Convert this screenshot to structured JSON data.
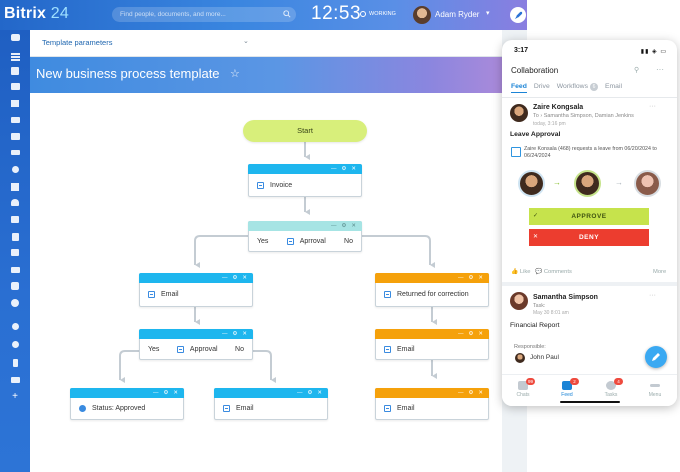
{
  "topbar": {
    "logo_brand": "Bitrix",
    "logo_number": "24",
    "search_placeholder": "Find people, documents, and more...",
    "clock": "12:53",
    "status": "WORKING",
    "user_name": "Adam Ryder"
  },
  "params": {
    "label": "Template parameters"
  },
  "page": {
    "title": "New business process template"
  },
  "flow": {
    "start": "Start",
    "blocks": {
      "invoice": "Invoice",
      "approval_top": {
        "yes": "Yes",
        "label": "Aprroval",
        "no": "No"
      },
      "email_left": "Email",
      "returned": "Returned for correction",
      "approval_mid": {
        "yes": "Yes",
        "label": "Approval",
        "no": "No"
      },
      "email_right_1": "Email",
      "email_right_2": "Email",
      "status_approved": "Status: Approved",
      "email_mid": "Email"
    }
  },
  "phone": {
    "time": "3:17",
    "title": "Collaboration",
    "tabs": [
      "Feed",
      "Drive",
      "Workflows",
      "Email"
    ],
    "workflows_badge": "6",
    "post1": {
      "author": "Zaire Kongsala",
      "to": "To  ›  Samantha Simpson, Damian Jenkins",
      "time": "today, 3:16 pm",
      "title": "Leave Approval",
      "desc": "Zaire Konsala (468) requests a leave from 06/20/2024 to 06/24/2024",
      "approve": "APPROVE",
      "deny": "DENY",
      "like": "Like",
      "comments": "Comments",
      "more": "More"
    },
    "post2": {
      "author": "Samantha Simpson",
      "type": "Task:",
      "time": "May 30 8:01 am",
      "title": "Financial Report",
      "responsible_label": "Responsible:",
      "responsible_name": "John Paul"
    },
    "nav": [
      {
        "label": "Chats",
        "badge": "99"
      },
      {
        "label": "Feed",
        "badge": "2"
      },
      {
        "label": "Tasks",
        "badge": "4"
      },
      {
        "label": "Menu",
        "badge": ""
      }
    ]
  },
  "colors": {
    "accent": "#1eb6ee",
    "orange": "#f5a10b",
    "start_green": "#d8ef7b",
    "approve_green": "#c6e34c",
    "deny_red": "#ec3d2f",
    "phone_accent": "#1b84d6"
  }
}
